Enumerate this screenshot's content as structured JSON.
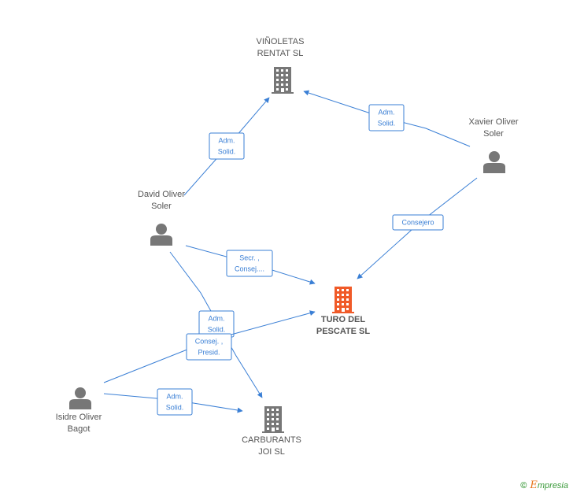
{
  "diagram": {
    "nodes": [
      {
        "id": "vinoletas",
        "type": "company",
        "lines": [
          "VIÑOLETAS",
          "RENTAT SL"
        ],
        "highlight": false,
        "icon": "building-icon"
      },
      {
        "id": "turo",
        "type": "company",
        "lines": [
          "TURO DEL",
          "PESCATE SL"
        ],
        "highlight": true,
        "icon": "building-icon"
      },
      {
        "id": "carburants",
        "type": "company",
        "lines": [
          "CARBURANTS",
          "JOI SL"
        ],
        "highlight": false,
        "icon": "building-icon"
      },
      {
        "id": "xavier",
        "type": "person",
        "lines": [
          "Xavier Oliver",
          "Soler"
        ],
        "highlight": false,
        "icon": "person-icon"
      },
      {
        "id": "david",
        "type": "person",
        "lines": [
          "David Oliver",
          "Soler"
        ],
        "highlight": false,
        "icon": "person-icon"
      },
      {
        "id": "isidre",
        "type": "person",
        "lines": [
          "Isidre Oliver",
          "Bagot"
        ],
        "highlight": false,
        "icon": "person-icon"
      }
    ],
    "edges": [
      {
        "from": "xavier",
        "to": "vinoletas",
        "label": [
          "Adm.",
          "Solid."
        ]
      },
      {
        "from": "xavier",
        "to": "turo",
        "label": [
          "Consejero"
        ]
      },
      {
        "from": "david",
        "to": "vinoletas",
        "label": [
          "Adm.",
          "Solid."
        ]
      },
      {
        "from": "david",
        "to": "turo",
        "label": [
          "Secr. ,",
          "Consej...."
        ]
      },
      {
        "from": "david",
        "to": "carburants",
        "label": [
          "Adm.",
          "Solid."
        ]
      },
      {
        "from": "isidre",
        "to": "turo",
        "label": [
          "Consej. ,",
          "Presid."
        ]
      },
      {
        "from": "isidre",
        "to": "carburants",
        "label": [
          "Adm.",
          "Solid."
        ]
      }
    ]
  },
  "colors": {
    "edge": "#3a7fd5",
    "company": "#777777",
    "company_highlight": "#f05a28",
    "person": "#777777"
  },
  "footer": {
    "copyright": "©",
    "brand_first": "E",
    "brand_rest": "mpresia"
  }
}
